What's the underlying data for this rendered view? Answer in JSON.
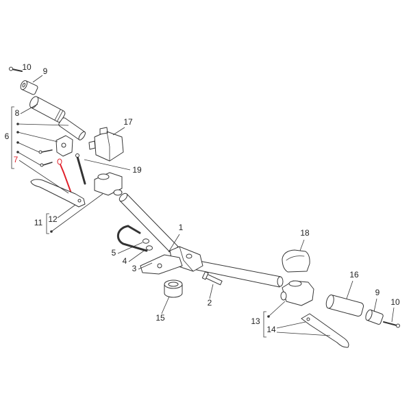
{
  "diagram": {
    "callouts": [
      "10",
      "9",
      "8",
      "6",
      "7",
      "17",
      "19",
      "11",
      "12",
      "1",
      "5",
      "4",
      "3",
      "18",
      "16",
      "9",
      "10",
      "2",
      "15",
      "13",
      "14"
    ],
    "colors": {
      "line": "#333333",
      "highlight": "#e0202a",
      "background": "#ffffff"
    }
  }
}
